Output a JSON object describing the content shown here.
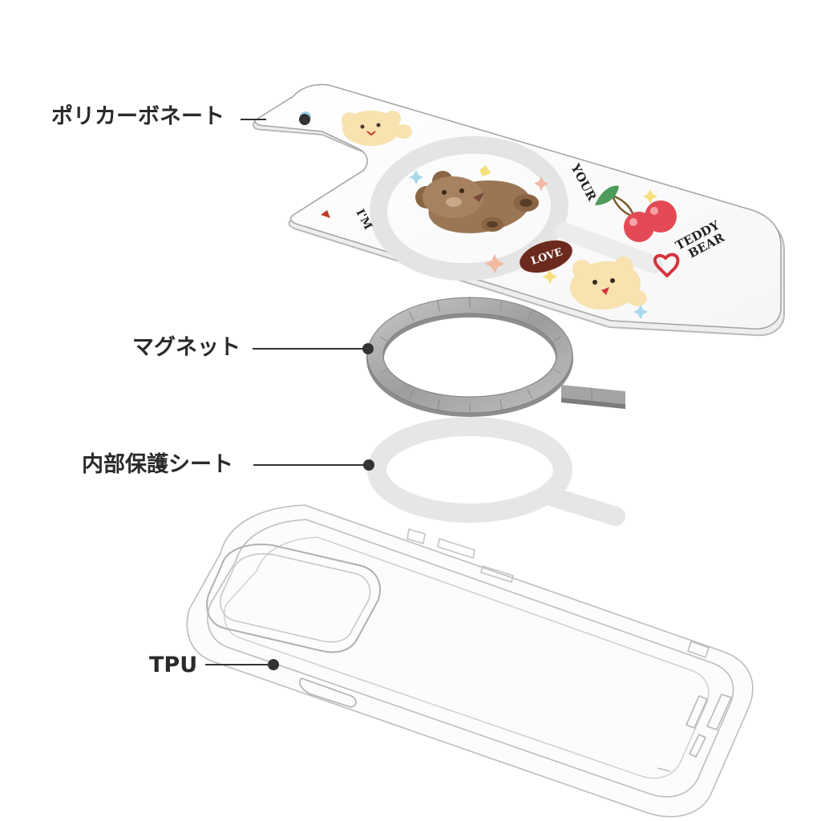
{
  "labels": {
    "polycarbonate": "ポリカーボネート",
    "magnet": "マグネット",
    "inner_sheet": "内部保護シート",
    "tpu": "TPU"
  },
  "print": {
    "im": "I'M",
    "your": "YOUR",
    "teddy": "TEDDY",
    "bear": "BEAR",
    "love": "LOVE"
  },
  "colors": {
    "label_text": "#2a2a2a",
    "leader": "#333333",
    "magnet_ring": "#a9a9a9",
    "sheet_ring": "#e6e6e6",
    "bear_brown": "#9b7654",
    "bear_cream": "#f7e2b0",
    "cherry_red": "#e34a55",
    "love_badge": "#6b2a1d",
    "heart_red": "#d4333d"
  }
}
